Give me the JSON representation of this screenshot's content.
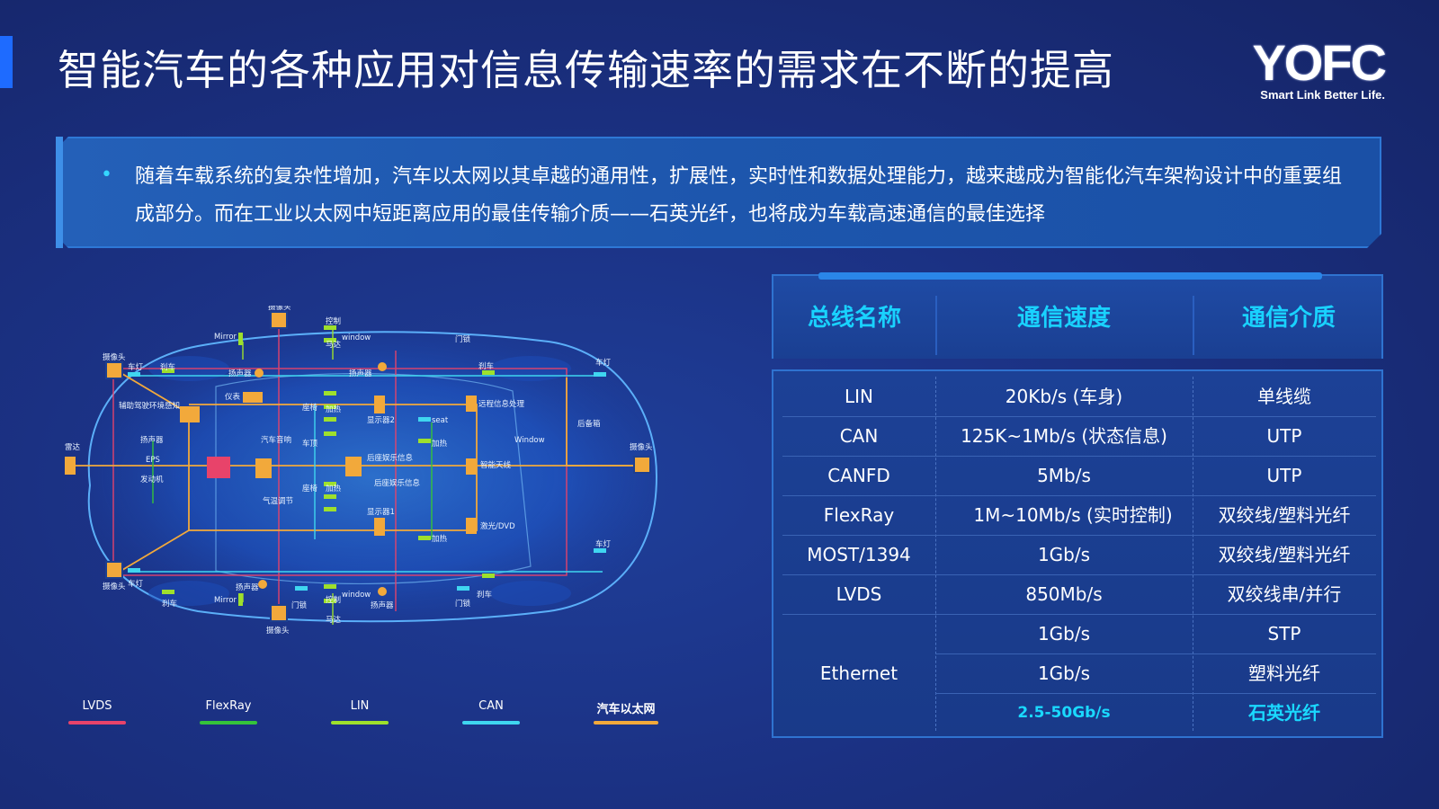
{
  "slide": {
    "title": "智能汽车的各种应用对信息传输速率的需求在不断的提高",
    "logo_text": "YOFC",
    "logo_tagline": "Smart Link Better Life.",
    "intro_bullet": "•",
    "intro_text": "随着车载系统的复杂性增加，汽车以太网以其卓越的通用性，扩展性，实时性和数据处理能力，越来越成为智能化汽车架构设计中的重要组成部分。而在工业以太网中短距离应用的最佳传输介质——石英光纤，也将成为车载高速通信的最佳选择"
  },
  "legend": [
    {
      "label": "LVDS",
      "color": "#e8436a"
    },
    {
      "label": "FlexRay",
      "color": "#35c43a"
    },
    {
      "label": "LIN",
      "color": "#9ee02c"
    },
    {
      "label": "CAN",
      "color": "#3fd6f0"
    },
    {
      "label": "汽车以太网",
      "color": "#f2a93b"
    }
  ],
  "diagram_labels": {
    "camera": "摄像头",
    "control": "控制",
    "mirror": "Mirror",
    "window": "window",
    "motor": "马达",
    "door_lock": "门锁",
    "headlight": "车灯",
    "brake": "刹车",
    "speaker": "扬声器",
    "instrument": "仪表",
    "adas": "辅助驾驶环境感知",
    "radar": "雷达",
    "eps": "EPS",
    "engine": "发动机",
    "heat": "加热",
    "seat": "座椅",
    "display2": "显示器2",
    "display1": "显示器1",
    "seat_en": "seat",
    "rear_info": "后座娱乐信息",
    "telematics": "远程信息处理",
    "smart_antenna": "智能天线",
    "dvd": "激光/DVD",
    "rear_window": "Window",
    "tail": "后备箱",
    "climate": "气温调节",
    "car_audio": "汽车音响",
    "vehicle": "车顶",
    "car_door": "门锁"
  },
  "table": {
    "headers": [
      "总线名称",
      "通信速度",
      "通信介质"
    ],
    "rows": [
      {
        "name": "LIN",
        "speed": "20Kb/s (车身)",
        "medium": "单线缆"
      },
      {
        "name": "CAN",
        "speed": "125K~1Mb/s (状态信息)",
        "medium": "UTP"
      },
      {
        "name": "CANFD",
        "speed": "5Mb/s",
        "medium": "UTP"
      },
      {
        "name": "FlexRay",
        "speed": "1M~10Mb/s (实时控制)",
        "medium": "双绞线/塑料光纤"
      },
      {
        "name": "MOST/1394",
        "speed": "1Gb/s",
        "medium": "双绞线/塑料光纤"
      },
      {
        "name": "LVDS",
        "speed": "850Mb/s",
        "medium": "双绞线串/并行"
      }
    ],
    "ethernet": {
      "name": "Ethernet",
      "sub_rows": [
        {
          "speed": "1Gb/s",
          "medium": "STP"
        },
        {
          "speed": "1Gb/s",
          "medium": "塑料光纤"
        },
        {
          "speed": "2.5-50Gb/s",
          "medium": "石英光纤"
        }
      ]
    }
  }
}
